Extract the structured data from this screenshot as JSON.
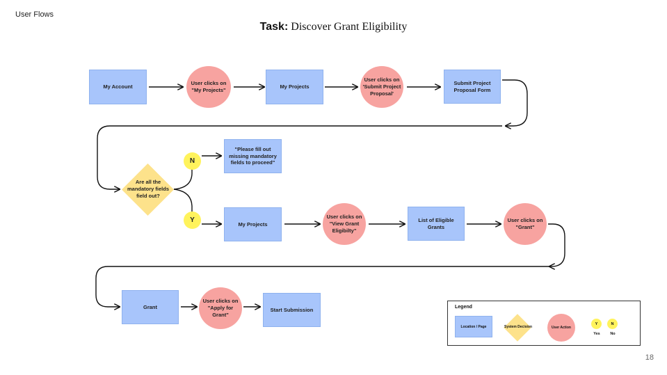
{
  "header_label": "User Flows",
  "title": {
    "prefix": "Task:",
    "text": "Discover Grant Eligibility"
  },
  "page_number": "18",
  "nodes": {
    "my_account": "My Account",
    "click_my_projects": "User clicks on \"My Projects\"",
    "my_projects_1": "My Projects",
    "click_submit_project": "User clicks on 'Submit Project Proposal'",
    "submit_project_form": "Submit Project Proposal Form",
    "decision_mandatory": "Are all the mandatory fields field out?",
    "no_badge": "N",
    "yes_badge": "Y",
    "fill_fields_message": "\"Please fill out missing mandatory fields to proceed\"",
    "my_projects_2": "My Projects",
    "click_view_grant": "User clicks on \"View Grant Eligibilty\"",
    "eligible_grants": "List of Eligible Grants",
    "click_grant": "User clicks on \"Grant\"",
    "grant": "Grant",
    "click_apply": "User clicks on \"Apply for Grant\"",
    "start_submission": "Start Submission"
  },
  "legend": {
    "title": "Legend",
    "location": "Location / Page",
    "decision": "System Decision",
    "action": "User Action",
    "yes_badge": "Y",
    "no_badge": "N",
    "yes_label": "Yes",
    "no_label": "No"
  },
  "colors": {
    "location": "#a8c5fb",
    "action": "#f7a3a0",
    "decision": "#fde28b",
    "badge": "#fff35c",
    "connector": "#111111"
  }
}
